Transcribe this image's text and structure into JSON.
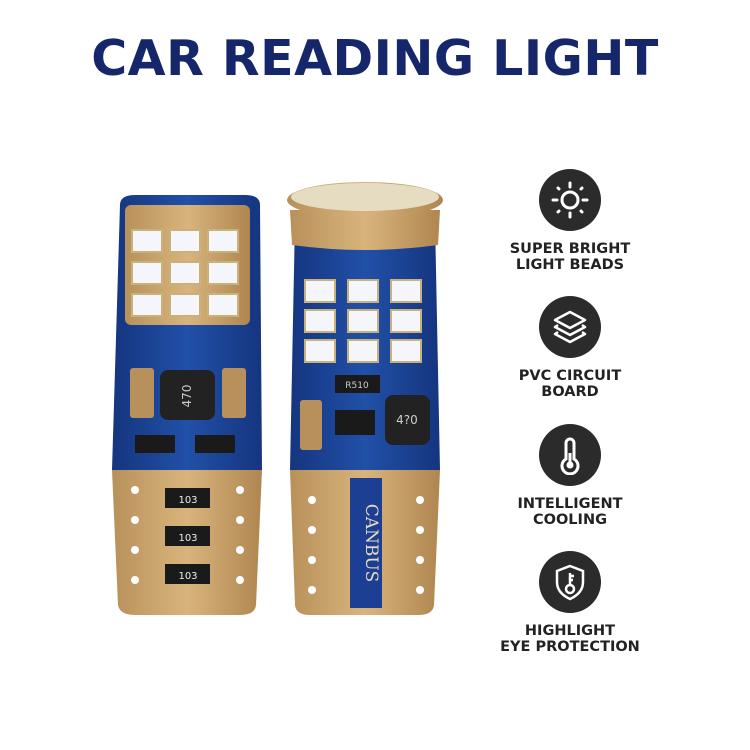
{
  "title": "CAR READING LIGHT",
  "product": {
    "canbus_text": "CANBUS",
    "resistor_labels": [
      "103",
      "103",
      "103"
    ],
    "inductor_label_left": "470",
    "inductor_label_right": "4?0",
    "chip_label": "R510",
    "accent_color": "#15266a",
    "pcb_color": "#1c3f94",
    "gold_color": "#c9a46a"
  },
  "features": [
    {
      "icon": "sun-icon",
      "line1": "SUPER BRIGHT",
      "line2": "LIGHT BEADS"
    },
    {
      "icon": "layers-icon",
      "line1": "PVC CIRCUIT",
      "line2": "BOARD"
    },
    {
      "icon": "thermometer-icon",
      "line1": "INTELLIGENT",
      "line2": "COOLING"
    },
    {
      "icon": "shield-key-icon",
      "line1": "HIGHLIGHT",
      "line2": "EYE PROTECTION"
    }
  ]
}
